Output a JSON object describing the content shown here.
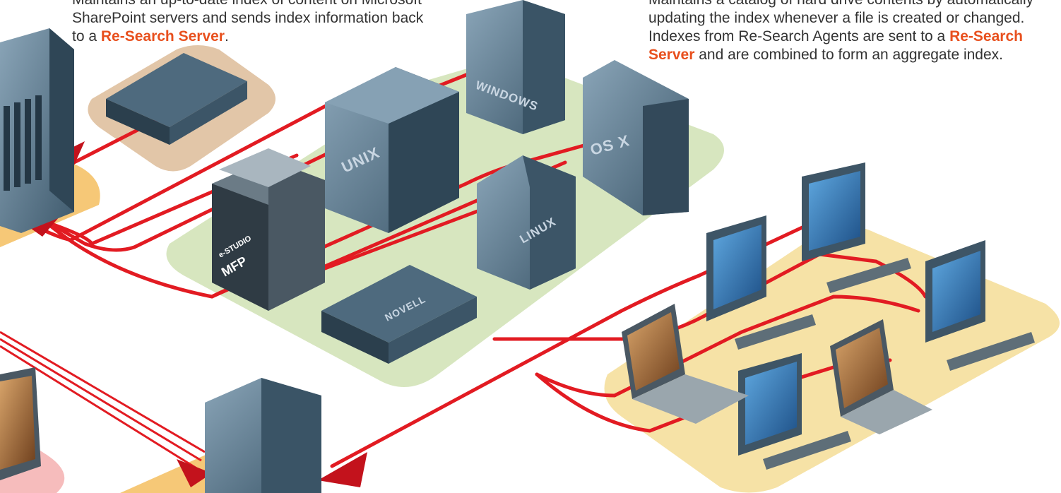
{
  "captions": {
    "left": {
      "line1": "Maintains an up-to-date index of content on Microsoft",
      "line2": "SharePoint servers and sends index information back",
      "line3_pre": "to a ",
      "line3_link": "Re-Search Server",
      "line3_post": "."
    },
    "right": {
      "line1": "Maintains a catalog of hard drive contents by automatically",
      "line2": "updating the index whenever a file is created or changed.",
      "line3_pre": "Indexes from Re-Search Agents are sent to a ",
      "line3_link": "Re-Search",
      "line4_link": "Server",
      "line4_post": " and are combined to form an aggregate index."
    }
  },
  "device_labels": {
    "windows": "WINDOWS",
    "unix": "UNIX",
    "osx": "OS X",
    "linux": "LINUX",
    "novell": "NOVELL",
    "mfp_brand": "e-STUDIO",
    "mfp_model": "MFP"
  },
  "colors": {
    "accent": "#e8501e",
    "network_line": "#e21b22",
    "zone_servers": "#d7e6bf",
    "zone_clients": "#f6e2a6",
    "zone_sharepoint": "#e2c6a8",
    "zone_server_left": "#f6c877",
    "zone_pink": "#f6bcbc",
    "device_body": "#5f7c90"
  }
}
